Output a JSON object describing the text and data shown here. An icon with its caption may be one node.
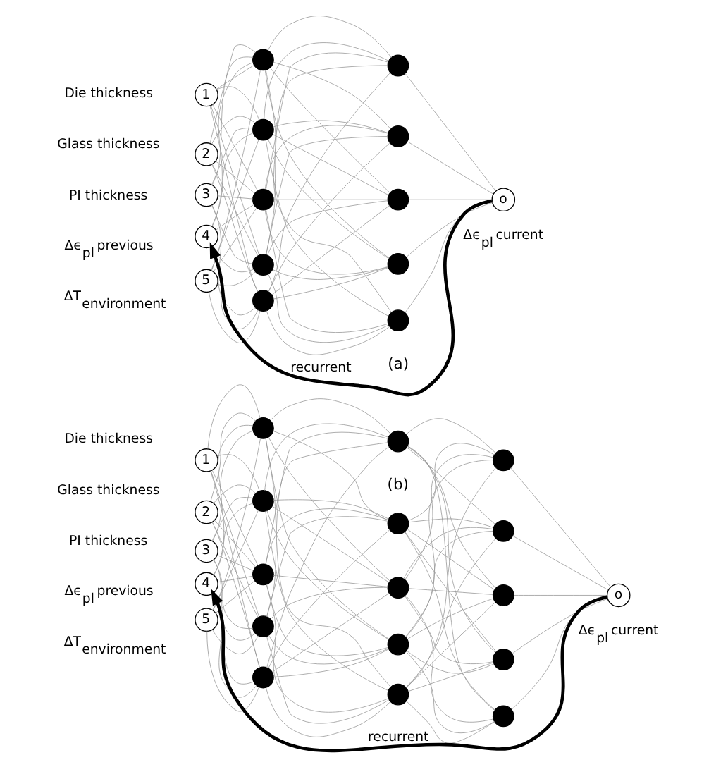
{
  "diagram": {
    "nodes": [
      {
        "text": [
          "1"
        ],
        "beside": [
          "Die thickness"
        ]
      },
      {
        "text": [
          "2"
        ],
        "beside": [
          "Glass thickness"
        ]
      },
      {
        "text": [
          "3"
        ],
        "beside": [
          "PI thickness"
        ]
      },
      {
        "text": [
          "4"
        ],
        "beside": [
          "Δϵ$_{pl}$ previous"
        ]
      },
      {
        "text": [
          "5"
        ],
        "beside": [
          "ΔT$_{environment}$"
        ]
      },
      {
        "text": [],
        "shape": "circle"
      },
      {
        "text": [],
        "shape": "circle"
      },
      {
        "text": [],
        "shape": "circle"
      },
      {
        "text": [],
        "shape": "circle"
      },
      {
        "text": [],
        "shape": "circle"
      },
      {
        "text": [],
        "shape": "circle"
      },
      {
        "text": [],
        "shape": "circle"
      },
      {
        "text": [],
        "shape": "circle"
      },
      {
        "text": [],
        "shape": "circle"
      },
      {
        "text": [],
        "shape": "circle"
      },
      {
        "text": [
          "o"
        ],
        "beside": [
          "Δϵ$_{pl}$ current"
        ]
      },
      {
        "text": [
          "1"
        ],
        "beside": [
          "Die thickness"
        ]
      },
      {
        "text": [
          "2"
        ],
        "beside": [
          "Glass thickness"
        ]
      },
      {
        "text": [
          "3"
        ],
        "beside": [
          "PI thickness"
        ]
      },
      {
        "text": [
          "4"
        ],
        "beside": [
          "Δϵ$_{pl}$ previous"
        ]
      },
      {
        "text": [
          "5"
        ],
        "beside": [
          "ΔT$_{environment}$"
        ]
      },
      {
        "text": [],
        "shape": "circle"
      },
      {
        "text": [],
        "shape": "circle"
      },
      {
        "text": [],
        "shape": "circle"
      },
      {
        "text": [],
        "shape": "circle"
      },
      {
        "text": [],
        "shape": "circle"
      },
      {
        "text": [],
        "shape": "circle"
      },
      {
        "text": [],
        "shape": "circle"
      },
      {
        "text": [],
        "shape": "circle"
      },
      {
        "text": [],
        "shape": "circle"
      },
      {
        "text": [],
        "shape": "circle"
      },
      {
        "text": [],
        "shape": "circle"
      },
      {
        "text": [],
        "shape": "circle"
      },
      {
        "text": [],
        "shape": "circle"
      },
      {
        "text": [],
        "shape": "circle"
      },
      {
        "text": [],
        "shape": "circle"
      },
      {
        "text": [
          "o"
        ],
        "beside": [
          "Δϵ$_{pl}$ current"
        ]
      }
    ],
    "edges": [
      {
        "from": 0,
        "to": 5,
        "arrow": "none"
      },
      {
        "from": 0,
        "to": 6,
        "arrow": "none"
      },
      {
        "from": 0,
        "to": 7,
        "arrow": "none"
      },
      {
        "from": 0,
        "to": 8,
        "arrow": "none"
      },
      {
        "from": 0,
        "to": 9,
        "arrow": "none"
      },
      {
        "from": 1,
        "to": 5,
        "arrow": "none"
      },
      {
        "from": 1,
        "to": 6,
        "arrow": "none"
      },
      {
        "from": 1,
        "to": 7,
        "arrow": "none"
      },
      {
        "from": 1,
        "to": 8,
        "arrow": "none"
      },
      {
        "from": 1,
        "to": 9,
        "arrow": "none"
      },
      {
        "from": 2,
        "to": 5,
        "arrow": "none"
      },
      {
        "from": 2,
        "to": 6,
        "arrow": "none"
      },
      {
        "from": 2,
        "to": 7,
        "arrow": "none"
      },
      {
        "from": 2,
        "to": 8,
        "arrow": "none"
      },
      {
        "from": 2,
        "to": 9,
        "arrow": "none"
      },
      {
        "from": 3,
        "to": 5,
        "arrow": "none"
      },
      {
        "from": 3,
        "to": 6,
        "arrow": "none"
      },
      {
        "from": 3,
        "to": 7,
        "arrow": "none"
      },
      {
        "from": 3,
        "to": 8,
        "arrow": "none"
      },
      {
        "from": 3,
        "to": 9,
        "arrow": "none"
      },
      {
        "from": 4,
        "to": 5,
        "arrow": "none"
      },
      {
        "from": 4,
        "to": 6,
        "arrow": "none"
      },
      {
        "from": 4,
        "to": 7,
        "arrow": "none"
      },
      {
        "from": 4,
        "to": 8,
        "arrow": "none"
      },
      {
        "from": 4,
        "to": 9,
        "arrow": "none"
      },
      {
        "from": 5,
        "to": 10,
        "arrow": "none"
      },
      {
        "from": 5,
        "to": 11,
        "arrow": "none"
      },
      {
        "from": 5,
        "to": 12,
        "arrow": "none"
      },
      {
        "from": 5,
        "to": 13,
        "arrow": "none"
      },
      {
        "from": 5,
        "to": 14,
        "arrow": "none"
      },
      {
        "from": 6,
        "to": 10,
        "arrow": "none"
      },
      {
        "from": 6,
        "to": 11,
        "arrow": "none"
      },
      {
        "from": 6,
        "to": 12,
        "arrow": "none"
      },
      {
        "from": 6,
        "to": 13,
        "arrow": "none"
      },
      {
        "from": 6,
        "to": 14,
        "arrow": "none"
      },
      {
        "from": 7,
        "to": 10,
        "arrow": "none"
      },
      {
        "from": 7,
        "to": 11,
        "arrow": "none"
      },
      {
        "from": 7,
        "to": 12,
        "arrow": "none"
      },
      {
        "from": 7,
        "to": 13,
        "arrow": "none"
      },
      {
        "from": 7,
        "to": 14,
        "arrow": "none"
      },
      {
        "from": 8,
        "to": 10,
        "arrow": "none"
      },
      {
        "from": 8,
        "to": 11,
        "arrow": "none"
      },
      {
        "from": 8,
        "to": 12,
        "arrow": "none"
      },
      {
        "from": 8,
        "to": 13,
        "arrow": "none"
      },
      {
        "from": 8,
        "to": 14,
        "arrow": "none"
      },
      {
        "from": 9,
        "to": 10,
        "arrow": "none"
      },
      {
        "from": 9,
        "to": 11,
        "arrow": "none"
      },
      {
        "from": 9,
        "to": 12,
        "arrow": "none"
      },
      {
        "from": 9,
        "to": 13,
        "arrow": "none"
      },
      {
        "from": 9,
        "to": 14,
        "arrow": "none"
      },
      {
        "from": 10,
        "to": 15,
        "arrow": "none"
      },
      {
        "from": 11,
        "to": 15,
        "arrow": "none"
      },
      {
        "from": 12,
        "to": 15,
        "arrow": "none"
      },
      {
        "from": 13,
        "to": 15,
        "arrow": "none"
      },
      {
        "from": 14,
        "to": 15,
        "arrow": "none"
      },
      {
        "from": 15,
        "to": 3,
        "arrow": "to",
        "label": "recurrent",
        "style": "thick",
        "color": "#000000"
      },
      {
        "from": 16,
        "to": 21,
        "arrow": "none"
      },
      {
        "from": 16,
        "to": 22,
        "arrow": "none"
      },
      {
        "from": 16,
        "to": 23,
        "arrow": "none"
      },
      {
        "from": 16,
        "to": 24,
        "arrow": "none"
      },
      {
        "from": 16,
        "to": 25,
        "arrow": "none"
      },
      {
        "from": 17,
        "to": 21,
        "arrow": "none"
      },
      {
        "from": 17,
        "to": 22,
        "arrow": "none"
      },
      {
        "from": 17,
        "to": 23,
        "arrow": "none"
      },
      {
        "from": 17,
        "to": 24,
        "arrow": "none"
      },
      {
        "from": 17,
        "to": 25,
        "arrow": "none"
      },
      {
        "from": 18,
        "to": 21,
        "arrow": "none"
      },
      {
        "from": 18,
        "to": 22,
        "arrow": "none"
      },
      {
        "from": 18,
        "to": 23,
        "arrow": "none"
      },
      {
        "from": 18,
        "to": 24,
        "arrow": "none"
      },
      {
        "from": 18,
        "to": 25,
        "arrow": "none"
      },
      {
        "from": 19,
        "to": 21,
        "arrow": "none"
      },
      {
        "from": 19,
        "to": 22,
        "arrow": "none"
      },
      {
        "from": 19,
        "to": 23,
        "arrow": "none"
      },
      {
        "from": 19,
        "to": 24,
        "arrow": "none"
      },
      {
        "from": 19,
        "to": 25,
        "arrow": "none"
      },
      {
        "from": 20,
        "to": 21,
        "arrow": "none"
      },
      {
        "from": 20,
        "to": 22,
        "arrow": "none"
      },
      {
        "from": 20,
        "to": 23,
        "arrow": "none"
      },
      {
        "from": 20,
        "to": 24,
        "arrow": "none"
      },
      {
        "from": 20,
        "to": 25,
        "arrow": "none"
      },
      {
        "from": 21,
        "to": 26,
        "arrow": "none"
      },
      {
        "from": 21,
        "to": 27,
        "arrow": "none"
      },
      {
        "from": 21,
        "to": 28,
        "arrow": "none"
      },
      {
        "from": 21,
        "to": 29,
        "arrow": "none"
      },
      {
        "from": 21,
        "to": 30,
        "arrow": "none"
      },
      {
        "from": 22,
        "to": 26,
        "arrow": "none"
      },
      {
        "from": 22,
        "to": 27,
        "arrow": "none"
      },
      {
        "from": 22,
        "to": 28,
        "arrow": "none"
      },
      {
        "from": 22,
        "to": 29,
        "arrow": "none"
      },
      {
        "from": 22,
        "to": 30,
        "arrow": "none"
      },
      {
        "from": 23,
        "to": 26,
        "arrow": "none"
      },
      {
        "from": 23,
        "to": 27,
        "arrow": "none"
      },
      {
        "from": 23,
        "to": 28,
        "arrow": "none"
      },
      {
        "from": 23,
        "to": 29,
        "arrow": "none"
      },
      {
        "from": 23,
        "to": 30,
        "arrow": "none"
      },
      {
        "from": 24,
        "to": 26,
        "arrow": "none"
      },
      {
        "from": 24,
        "to": 27,
        "arrow": "none"
      },
      {
        "from": 24,
        "to": 28,
        "arrow": "none"
      },
      {
        "from": 24,
        "to": 29,
        "arrow": "none"
      },
      {
        "from": 24,
        "to": 30,
        "arrow": "none"
      },
      {
        "from": 25,
        "to": 26,
        "arrow": "none"
      },
      {
        "from": 25,
        "to": 27,
        "arrow": "none"
      },
      {
        "from": 25,
        "to": 28,
        "arrow": "none"
      },
      {
        "from": 25,
        "to": 29,
        "arrow": "none"
      },
      {
        "from": 25,
        "to": 30,
        "arrow": "none"
      },
      {
        "from": 26,
        "to": 31,
        "arrow": "none"
      },
      {
        "from": 26,
        "to": 32,
        "arrow": "none"
      },
      {
        "from": 26,
        "to": 33,
        "arrow": "none"
      },
      {
        "from": 26,
        "to": 34,
        "arrow": "none"
      },
      {
        "from": 26,
        "to": 35,
        "arrow": "none"
      },
      {
        "from": 27,
        "to": 31,
        "arrow": "none"
      },
      {
        "from": 27,
        "to": 32,
        "arrow": "none"
      },
      {
        "from": 27,
        "to": 33,
        "arrow": "none"
      },
      {
        "from": 27,
        "to": 34,
        "arrow": "none"
      },
      {
        "from": 27,
        "to": 35,
        "arrow": "none"
      },
      {
        "from": 28,
        "to": 31,
        "arrow": "none"
      },
      {
        "from": 28,
        "to": 32,
        "arrow": "none"
      },
      {
        "from": 28,
        "to": 33,
        "arrow": "none"
      },
      {
        "from": 28,
        "to": 34,
        "arrow": "none"
      },
      {
        "from": 28,
        "to": 35,
        "arrow": "none"
      },
      {
        "from": 29,
        "to": 31,
        "arrow": "none"
      },
      {
        "from": 29,
        "to": 32,
        "arrow": "none"
      },
      {
        "from": 29,
        "to": 33,
        "arrow": "none"
      },
      {
        "from": 29,
        "to": 34,
        "arrow": "none"
      },
      {
        "from": 29,
        "to": 35,
        "arrow": "none"
      },
      {
        "from": 30,
        "to": 31,
        "arrow": "none"
      },
      {
        "from": 30,
        "to": 32,
        "arrow": "none"
      },
      {
        "from": 30,
        "to": 33,
        "arrow": "none"
      },
      {
        "from": 30,
        "to": 34,
        "arrow": "none"
      },
      {
        "from": 30,
        "to": 35,
        "arrow": "none"
      },
      {
        "from": 31,
        "to": 36,
        "arrow": "none"
      },
      {
        "from": 32,
        "to": 36,
        "arrow": "none"
      },
      {
        "from": 33,
        "to": 36,
        "arrow": "none"
      },
      {
        "from": 34,
        "to": 36,
        "arrow": "none"
      },
      {
        "from": 35,
        "to": 36,
        "arrow": "none"
      },
      {
        "from": 36,
        "to": 19,
        "arrow": "to",
        "label": "recurrent",
        "style": "thick",
        "color": "#000000"
      }
    ],
    "labels": [
      "(a)",
      "(b)"
    ]
  }
}
